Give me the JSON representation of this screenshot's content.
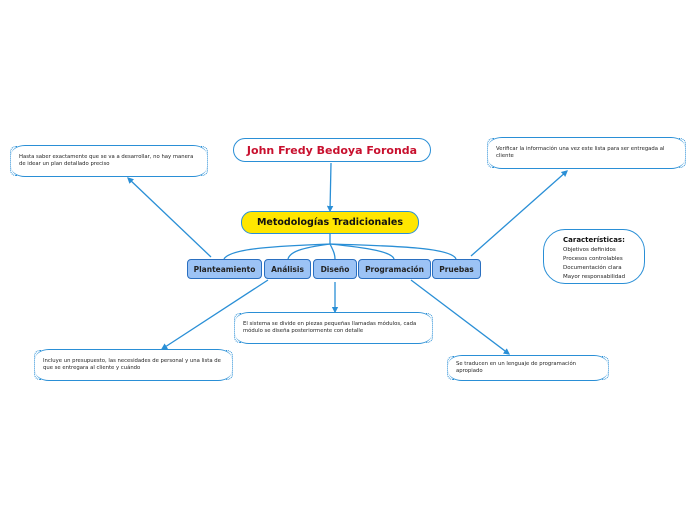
{
  "author": "John Fredy Bedoya Foronda",
  "root": "Metodologías Tradicionales",
  "phases": [
    "Planteamiento",
    "Análisis",
    "Diseño",
    "Programación",
    "Pruebas"
  ],
  "notes": {
    "planteamiento_top": "Hasta saber exactamente que se va a desarrollar, no hay manera de idear un plan detallado preciso",
    "planteamiento_bottom": "Incluye un presupuesto, las necesidades de personal y una lista de que se entregara al cliente y cuándo",
    "diseno": "El sistema se divide en piezas pequeñas llamadas módulos, cada módulo se diseña posteriormente con detalle",
    "programacion": "Se traducen en un lenguaje de programación apropiado",
    "pruebas": "Verificar la información una vez este lista para ser entregada al cliente"
  },
  "characteristics": {
    "title": "Características:",
    "items": [
      "Objetivos definidos",
      "Procesos controlables",
      "Documentación clara",
      "Mayor responsabilidad"
    ]
  },
  "colors": {
    "connector": "#2a8fd6",
    "root_fill": "#ffe600",
    "phase_fill": "#9cc3f5",
    "author_text": "#c8102e"
  }
}
